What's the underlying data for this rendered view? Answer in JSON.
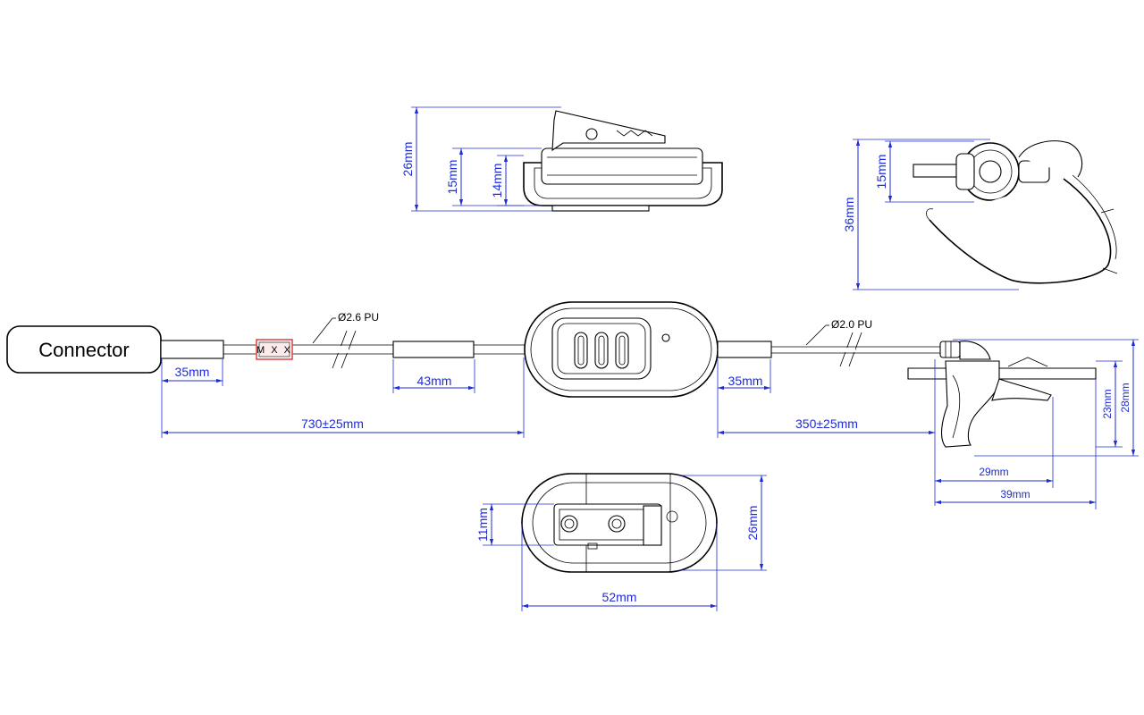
{
  "labels": {
    "connector": "Connector",
    "marker": "M X X",
    "cable_left": "Ø2.6 PU",
    "cable_right": "Ø2.0 PU"
  },
  "dimensions": {
    "d_35_left": "35mm",
    "d_43": "43mm",
    "d_730": "730±25mm",
    "d_35_right": "35mm",
    "d_350": "350±25mm",
    "clip_26": "26mm",
    "clip_15": "15mm",
    "clip_14": "14mm",
    "ear_36": "36mm",
    "ear_15": "15mm",
    "side_23": "23mm",
    "side_28": "28mm",
    "side_29": "29mm",
    "side_39": "39mm",
    "bottom_11": "11mm",
    "bottom_26": "26mm",
    "bottom_52": "52mm"
  },
  "colors": {
    "dimension": "#1f2bd6",
    "outline": "#000000",
    "marker_border": "#e04040"
  }
}
